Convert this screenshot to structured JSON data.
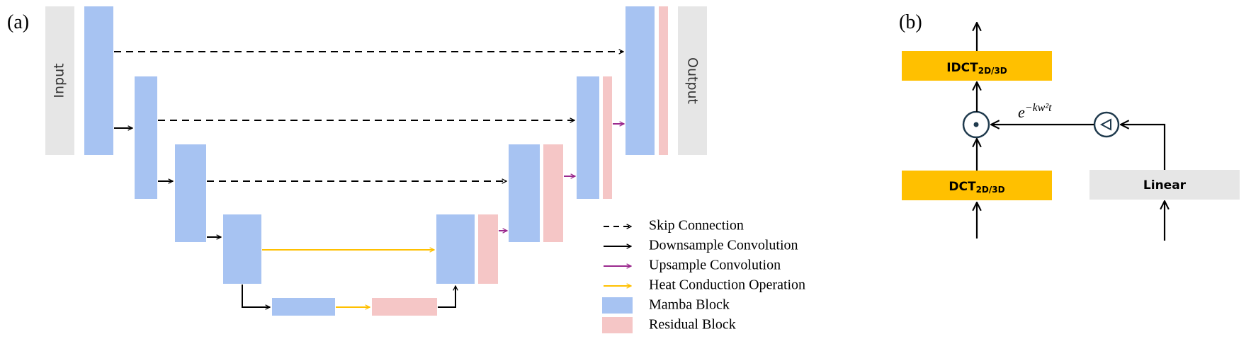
{
  "panel_a": {
    "label": "(a)",
    "input_label": "Input",
    "output_label": "Output",
    "legend": [
      {
        "kind": "dashed-arrow",
        "label": "Skip Connection",
        "color": "#000000"
      },
      {
        "kind": "solid-arrow",
        "label": "Downsample Convolution",
        "color": "#000000"
      },
      {
        "kind": "solid-arrow",
        "label": "Upsample Convolution",
        "color": "#9b2a8e"
      },
      {
        "kind": "solid-arrow",
        "label": "Heat Conduction Operation",
        "color": "#ffc000"
      },
      {
        "kind": "swatch",
        "label": "Mamba Block",
        "color": "#a7c3f2"
      },
      {
        "kind": "swatch",
        "label": "Residual Block",
        "color": "#f5c6c6"
      }
    ]
  },
  "panel_b": {
    "label": "(b)",
    "idct_main": "IDCT",
    "idct_sub": "2D/3D",
    "dct_main": "DCT",
    "dct_sub": "2D/3D",
    "linear_label": "Linear",
    "multiply_symbol": "•",
    "filter_symbol": "◁",
    "formula": "e^{−kw²t}",
    "formula_base": "e",
    "formula_exp": "−kw²t"
  },
  "colors": {
    "mamba": "#a7c3f2",
    "residual": "#f5c6c6",
    "io_box": "#e6e6e6",
    "dct_box": "#ffc000",
    "linear_box": "#e6e6e6",
    "upsample": "#9b2a8e",
    "heat": "#ffc000",
    "circle_stroke": "#1f3a4d"
  },
  "icons": [
    "multiply-icon",
    "filter-icon"
  ]
}
